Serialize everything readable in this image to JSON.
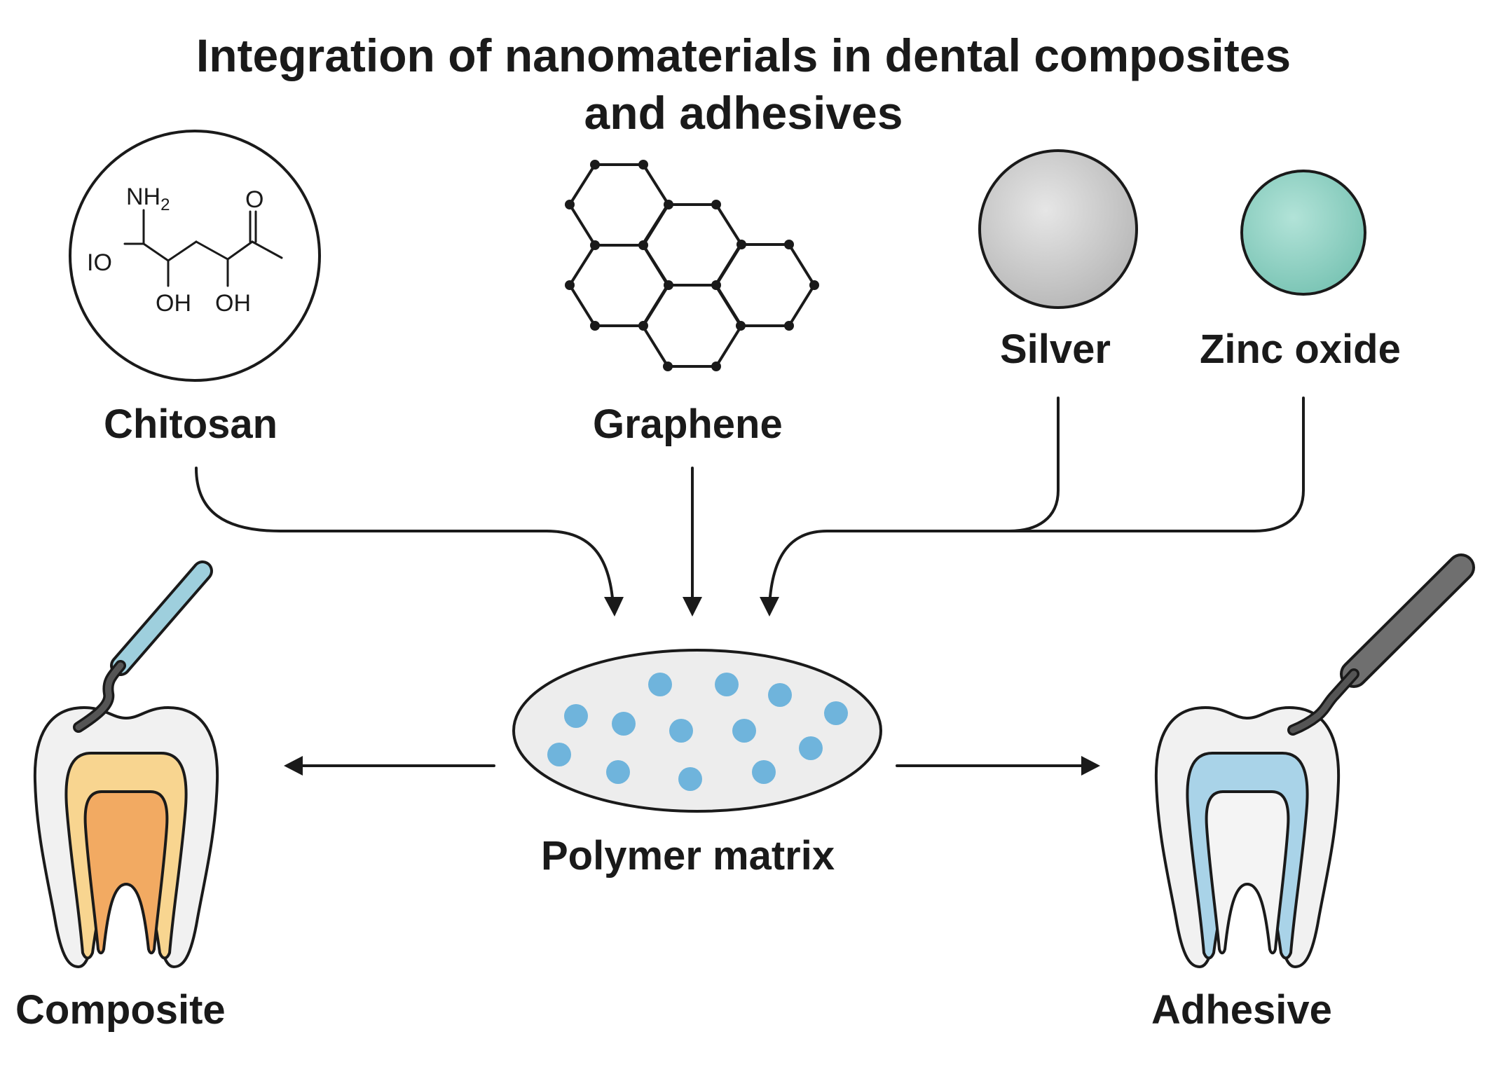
{
  "title": {
    "line1": "Integration of nanomaterials in dental composites",
    "line2": "and adhesives"
  },
  "chitosan": {
    "label": "Chitosan",
    "molecule": {
      "nh2": "NH",
      "nh2_sub": "2",
      "o_ketone": "O",
      "io": "IO",
      "oh1": "OH",
      "oh2": "OH"
    }
  },
  "graphene": {
    "label": "Graphene"
  },
  "silver": {
    "label": "Silver"
  },
  "zinc_oxide": {
    "label": "Zinc oxide"
  },
  "matrix": {
    "label": "Polymer matrix"
  },
  "composite": {
    "label": "Composite"
  },
  "adhesive": {
    "label": "Adhesive"
  },
  "colors": {
    "text": "#1a1a1a",
    "silver": "#c4c4c4",
    "zinc_oxide": "#86cbbd",
    "matrix_fill": "#ededed",
    "particles": "#6fb4dc",
    "composite_dentin": "#f8d590",
    "composite_pulp": "#f2aa62",
    "adhesive_layer": "#a9d3e8",
    "enamel": "#f1f1f1",
    "tool_composite_handle": "#9ecfdd",
    "tool_adhesive_handle": "#6f6f6f"
  }
}
